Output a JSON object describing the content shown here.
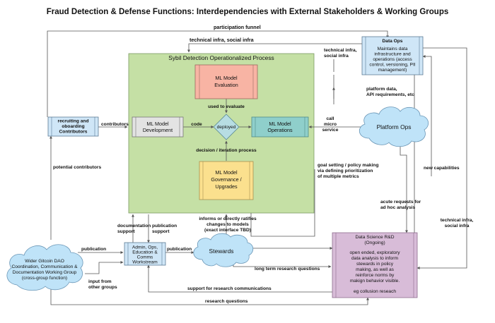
{
  "title": "Fraud Detection & Defense Functions: Interdependencies with External Stakeholders & Working Groups",
  "sybil_panel": {
    "title": "Sybil Detection Operationalized Process"
  },
  "nodes": {
    "ml_eval": [
      "ML Model",
      "Evaluation"
    ],
    "ml_dev": [
      "ML Model",
      "Development"
    ],
    "deployed": "deployed",
    "ml_ops": [
      "ML Model",
      "Operations"
    ],
    "ml_gov": [
      "ML Model",
      "Governance /",
      "Upgrades"
    ],
    "data_ops": {
      "title": "Data Ops",
      "lines": [
        "Maintains data",
        "infrastructure and",
        "operations (access",
        "control, versioning, PII",
        "management)"
      ]
    },
    "platform_ops": "Platform Ops",
    "recruiting": [
      "recruiting and",
      "oboarding",
      "Contributors"
    ],
    "admin": [
      "Admin, Ops,",
      "Education &",
      "Comms",
      "Workstream"
    ],
    "stewards": "Stewards",
    "wider_dao": [
      "Wider Gitcoin DAO",
      "Coordination, Communication &",
      "Documentation Working Group",
      "(cross-group function)"
    ],
    "data_science": {
      "title": [
        "Data Science R&D",
        "(Ongoing)"
      ],
      "lines": [
        "open ended, exploratory",
        "data analysis to inform",
        "stewards in policy",
        "making, as well as",
        "reinforce norms by",
        "makign behavior visible."
      ],
      "example": "eg collusion reseach"
    }
  },
  "edge_labels": {
    "participation_funnel": "participation funnel",
    "tech_infra_top": "technical infra, social infra",
    "tech_infra_right": [
      "technical infra,",
      "social infra"
    ],
    "used_to_evaluate": "used to evaluate",
    "code": "code",
    "call_micro_service": [
      "call",
      "micro",
      "service"
    ],
    "platform_data": [
      "platform data,",
      "API requirements, etc"
    ],
    "decision_iteration": "decision / iteration process",
    "goal_setting": [
      "goal setting / policy making",
      "via defining prioritization",
      "of multiple metrics"
    ],
    "contributors": "contributors",
    "potential_contributors": "potential contributors",
    "new_capabilities": "new capabilities",
    "acute_requests": [
      "acute requests for",
      "ad hoc analysis"
    ],
    "tech_infra_far_right": [
      "technical infra,",
      "social infra"
    ],
    "informs_ratifies": [
      "informs or directly ratifies",
      "changes to models",
      "(exact interface TBD)"
    ],
    "documentation_support": [
      "documentation",
      "support"
    ],
    "publication_support": [
      "publication",
      "support"
    ],
    "publication_left": "publication",
    "publication_right": "publication",
    "long_term": "long term research questions",
    "input_other": [
      "input from",
      "other groups"
    ],
    "support_research": "support for research communications",
    "research_questions": "research questions"
  },
  "colors": {
    "sybil_panel": "#c5e0a5",
    "ml_eval": "#f8b4a4",
    "ml_dev": "#e3e3e3",
    "deployed": "#b7dde3",
    "ml_ops": "#8fcfcb",
    "ml_gov": "#fbe08e",
    "light_blue": "#cfe6f7",
    "cloud": "#bfe3f8",
    "data_science": "#d8bcd8",
    "line": "#555555"
  }
}
